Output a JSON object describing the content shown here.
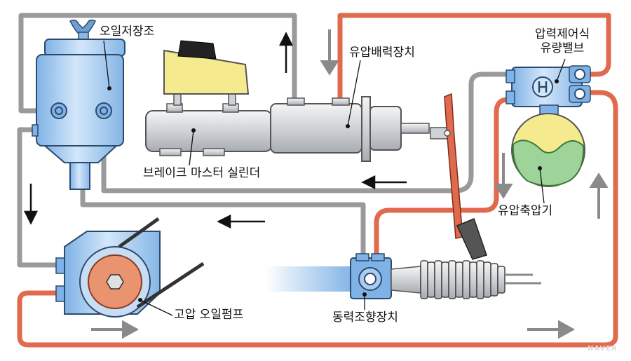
{
  "labels": {
    "oil_reservoir": "오일저장조",
    "power_booster": "유압배력장치",
    "pressure_valve_line1": "압력제어식",
    "pressure_valve_line2": "유량밸브",
    "master_cylinder": "브레이크 마스터 실린더",
    "accumulator": "유압축압기",
    "hp_pump": "고압 오일펌프",
    "power_steering": "동력조향장치"
  },
  "watermark": "NAVER",
  "colors": {
    "return_line": "#9a9a9a",
    "pressure_line": "#e06a4e",
    "component_blue": "#a9cdf0",
    "cylinder_gray": "#cfd3d8",
    "yellow": "#f5ea8e",
    "green": "#9ed39a",
    "arrow": "#111111"
  }
}
